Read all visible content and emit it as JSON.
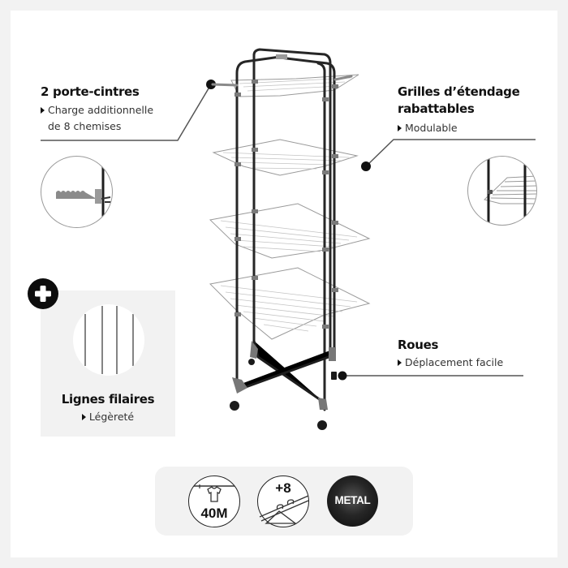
{
  "features": {
    "hangers": {
      "title": "2 porte-cintres",
      "sub_line1": "Charge additionnelle",
      "sub_line2": "de 8 chemises"
    },
    "racks": {
      "title_line1": "Grilles d’étendage",
      "title_line2": "rabattables",
      "sub": "Modulable"
    },
    "wheels": {
      "title": "Roues",
      "sub": "Déplacement facile"
    },
    "wires": {
      "title": "Lignes filaires",
      "sub": "Légèreté"
    }
  },
  "badges": [
    {
      "name": "drying-length",
      "label": "40M",
      "icon": "tshirt-on-line-icon"
    },
    {
      "name": "extra-shirts",
      "label": "+8",
      "icon": "hangers-on-rail-icon"
    },
    {
      "name": "material",
      "label": "METAL",
      "icon": "metal-badge"
    }
  ],
  "colors": {
    "frame_bg": "#f2f2f2",
    "canvas_bg": "#ffffff",
    "text": "#111111",
    "leader_line": "#555555",
    "badge_dark": "#111111"
  }
}
